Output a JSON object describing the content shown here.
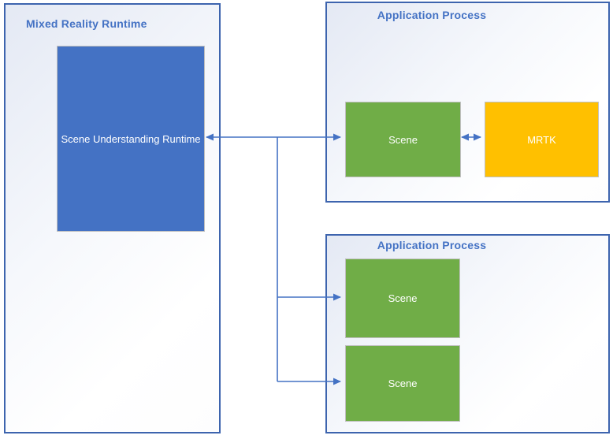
{
  "diagram": {
    "containers": {
      "mixed_reality_runtime": {
        "title": "Mixed Reality Runtime",
        "children": {
          "scene_understanding_runtime": {
            "label": "Scene Understanding Runtime",
            "color": "#4472C4"
          }
        }
      },
      "application_process_1": {
        "title": "Application Process",
        "children": {
          "scene": {
            "label": "Scene",
            "color": "#70AD47"
          },
          "mrtk": {
            "label": "MRTK",
            "color": "#FFC000"
          }
        }
      },
      "application_process_2": {
        "title": "Application Process",
        "children": {
          "scene_a": {
            "label": "Scene",
            "color": "#70AD47"
          },
          "scene_b": {
            "label": "Scene",
            "color": "#70AD47"
          }
        }
      }
    },
    "connectors": [
      {
        "from": "scene-understanding-runtime",
        "to": "app1-scene",
        "type": "bidirectional-arrow"
      },
      {
        "from": "app1-scene",
        "to": "app1-mrtk",
        "type": "bidirectional-arrow"
      },
      {
        "from": "scene-understanding-runtime",
        "to": "app2-scene-a",
        "type": "arrow"
      },
      {
        "from": "scene-understanding-runtime",
        "to": "app2-scene-b",
        "type": "arrow"
      }
    ],
    "colors": {
      "accent": "#4472C4",
      "container_border": "#3D64AE",
      "node_border": "#BFBFBF",
      "title_text": "#4472C4",
      "node_text": "#FFFFFF",
      "green": "#70AD47",
      "gold": "#FFC000"
    }
  }
}
